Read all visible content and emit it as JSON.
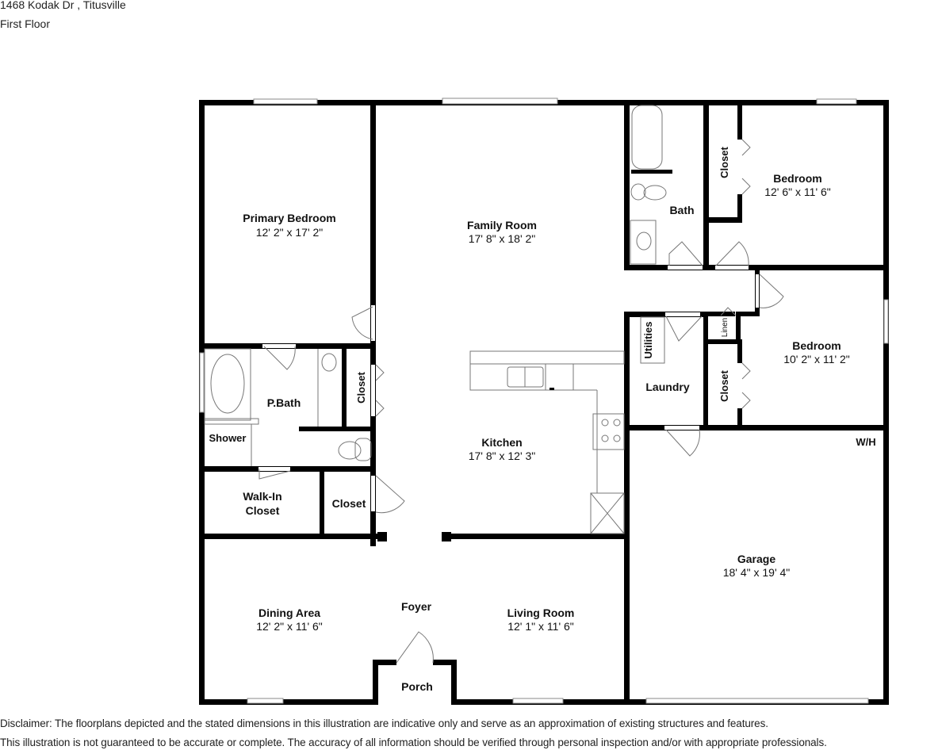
{
  "header": {
    "address": "1468 Kodak Dr , Titusville",
    "floor": "First Floor"
  },
  "rooms": {
    "primary_bedroom": {
      "name": "Primary Bedroom",
      "dims": "12' 2\" x 17' 2\""
    },
    "family_room": {
      "name": "Family Room",
      "dims": "17' 8\" x 18' 2\""
    },
    "bath": {
      "name": "Bath"
    },
    "bedroom_1": {
      "name": "Bedroom",
      "dims": "12' 6\" x 11' 6\""
    },
    "closet_bedroom_1": {
      "name": "Closet"
    },
    "bedroom_2": {
      "name": "Bedroom",
      "dims": "10' 2\" x 11' 2\""
    },
    "closet_bedroom_2": {
      "name": "Closet"
    },
    "linen": {
      "name": "Linen"
    },
    "utilities": {
      "name": "Utilities"
    },
    "laundry": {
      "name": "Laundry"
    },
    "p_bath": {
      "name": "P.Bath"
    },
    "shower": {
      "name": "Shower"
    },
    "closet_hall": {
      "name": "Closet"
    },
    "walk_in_closet": {
      "name_line1": "Walk-In",
      "name_line2": "Closet"
    },
    "closet_foyer": {
      "name": "Closet"
    },
    "kitchen": {
      "name": "Kitchen",
      "dims": "17' 8\" x 12' 3\""
    },
    "garage": {
      "name": "Garage",
      "dims": "18' 4\" x 19' 4\""
    },
    "water_heater": {
      "name": "W/H"
    },
    "dining_area": {
      "name": "Dining Area",
      "dims": "12' 2\" x 11' 6\""
    },
    "foyer": {
      "name": "Foyer"
    },
    "living_room": {
      "name": "Living Room",
      "dims": "12' 1\" x 11' 6\""
    },
    "porch": {
      "name": "Porch"
    }
  },
  "disclaimer": {
    "line1": "Disclaimer: The floorplans depicted and the stated dimensions in this illustration are indicative only and serve as an approximation of existing structures and features.",
    "line2": "This illustration is not guaranteed to be accurate or complete. The accuracy of all information should be verified through personal inspection and/or with appropriate professionals."
  },
  "colors": {
    "wall": "#000000",
    "fixture": "#777777",
    "background": "#ffffff"
  }
}
